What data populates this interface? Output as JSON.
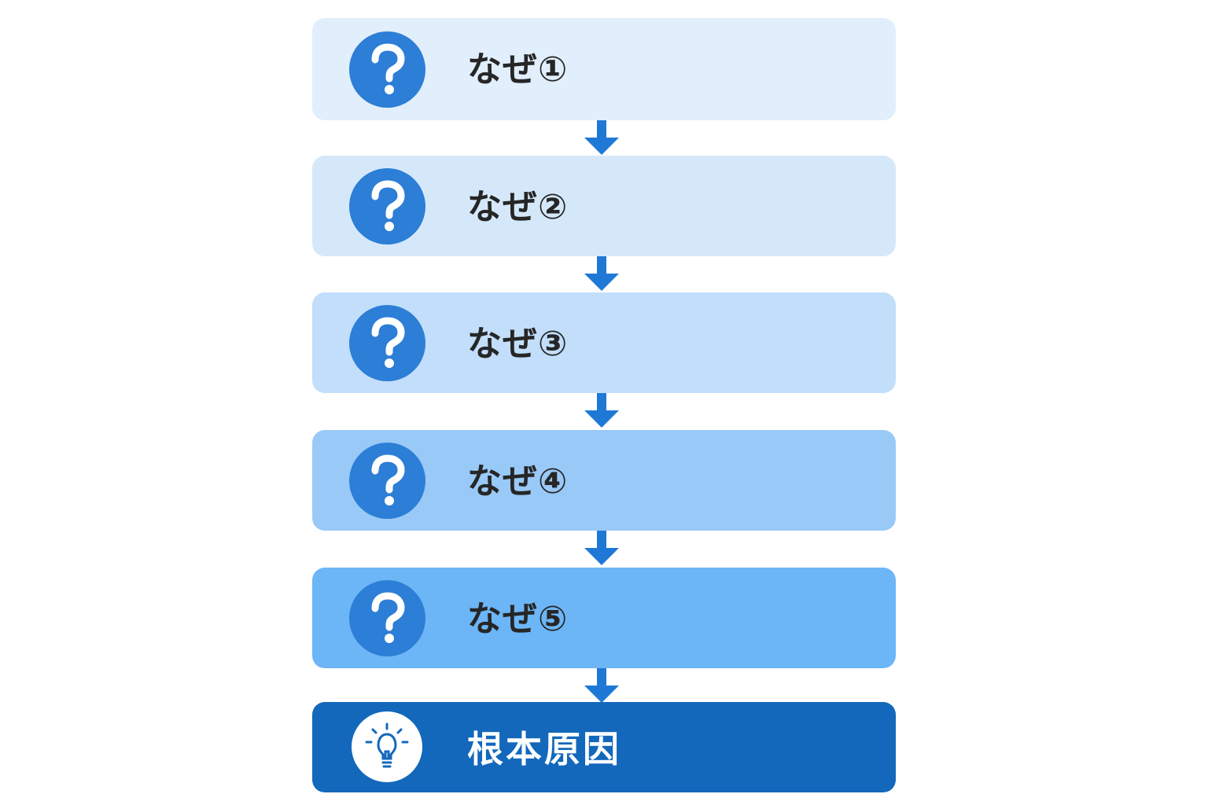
{
  "steps": [
    {
      "label": "なぜ①",
      "icon": "question-mark-icon",
      "color": "#e1eefb"
    },
    {
      "label": "なぜ②",
      "icon": "question-mark-icon",
      "color": "#d5e8fa"
    },
    {
      "label": "なぜ③",
      "icon": "question-mark-icon",
      "color": "#c2defa"
    },
    {
      "label": "なぜ④",
      "icon": "question-mark-icon",
      "color": "#99c9f7"
    },
    {
      "label": "なぜ⑤",
      "icon": "question-mark-icon",
      "color": "#6cb5f6"
    }
  ],
  "root_cause": {
    "label": "根本原因",
    "icon": "lightbulb-icon",
    "color": "#1368bb"
  },
  "colors": {
    "icon_circle": "#2c7ed6",
    "arrow": "#1f78d6",
    "text_dark": "#262626",
    "text_light": "#ffffff"
  }
}
